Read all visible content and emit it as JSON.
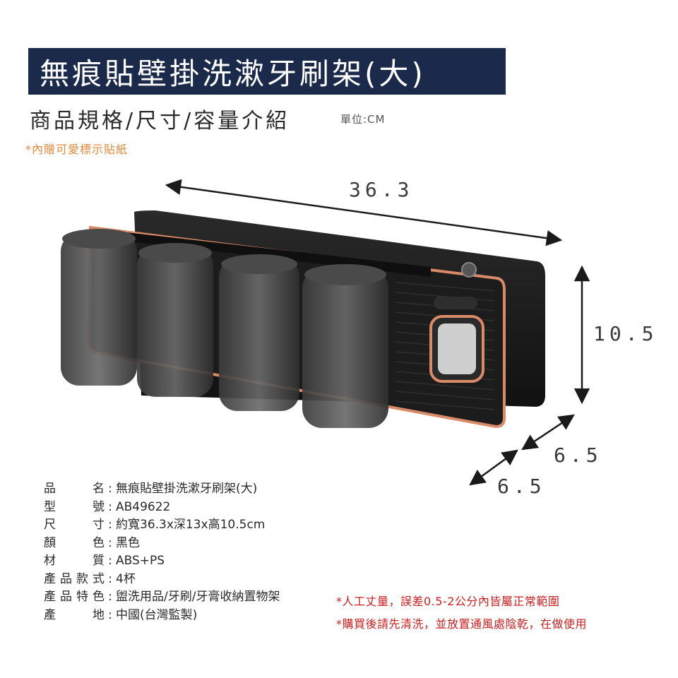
{
  "header": {
    "title": "無痕貼壁掛洗漱牙刷架(大)",
    "subtitle": "商品規格/尺寸/容量介紹",
    "unit": "單位:CM",
    "gift_note": "*內贈可愛標示貼紙"
  },
  "dimensions": {
    "width": "36.3",
    "height": "10.5",
    "depth_a": "6.5",
    "depth_b": "6.5"
  },
  "specs": [
    {
      "label": "品名",
      "value": "無痕貼壁掛洗漱牙刷架(大)"
    },
    {
      "label": "型號",
      "value": "AB49622"
    },
    {
      "label": "尺寸",
      "value": "約寬36.3x深13x高10.5cm"
    },
    {
      "label": "顏色",
      "value": "黑色"
    },
    {
      "label": "材質",
      "value": "ABS+PS"
    },
    {
      "label": "產品款式",
      "value": "4杯"
    },
    {
      "label": "產品特色",
      "value": "盥洗用品/牙刷/牙膏收納置物架"
    },
    {
      "label": "產地",
      "value": "中國(台灣監製)"
    }
  ],
  "notes": [
    "*人工丈量，誤差0.5-2公分內皆屬正常範圍",
    "*購買後請先清洗，並放置通風處陰乾，在做使用"
  ],
  "colors": {
    "title_bg": "#1b2a4a",
    "accent_orange": "#e08a3c",
    "note_red": "#c82020",
    "product_black": "#1a1a1a",
    "rose_gold": "#d98a66"
  }
}
